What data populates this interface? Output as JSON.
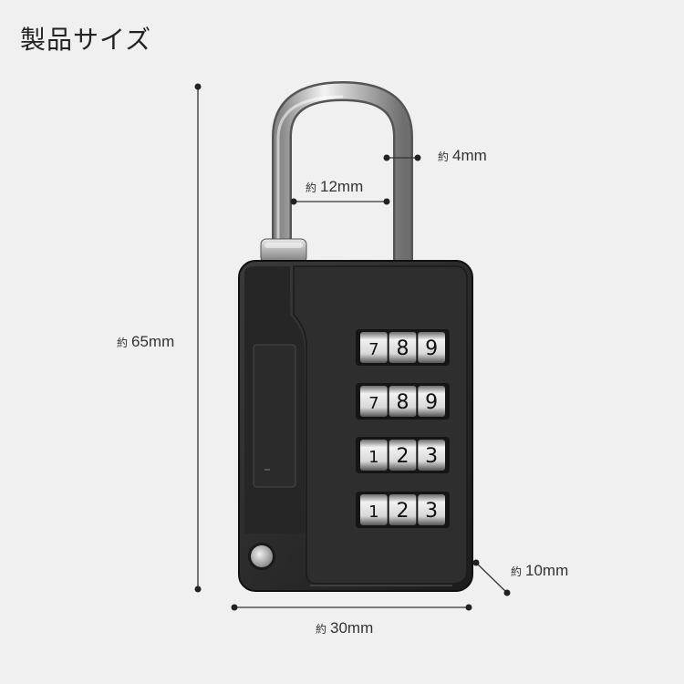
{
  "title": "製品サイズ",
  "dimensions": {
    "height": {
      "prefix": "約",
      "value": "65mm"
    },
    "width": {
      "prefix": "約",
      "value": "30mm"
    },
    "depth": {
      "prefix": "約",
      "value": "10mm"
    },
    "shackle_gap": {
      "prefix": "約",
      "value": "12mm"
    },
    "shackle_thickness": {
      "prefix": "約",
      "value": "4mm"
    }
  },
  "lock": {
    "dial_rows": [
      [
        "7",
        "8",
        "9"
      ],
      [
        "7",
        "8",
        "9"
      ],
      [
        "1",
        "2",
        "3"
      ],
      [
        "1",
        "2",
        "3"
      ]
    ],
    "body_color": "#2a2a2a",
    "shackle_color": "#c8c8c8"
  }
}
